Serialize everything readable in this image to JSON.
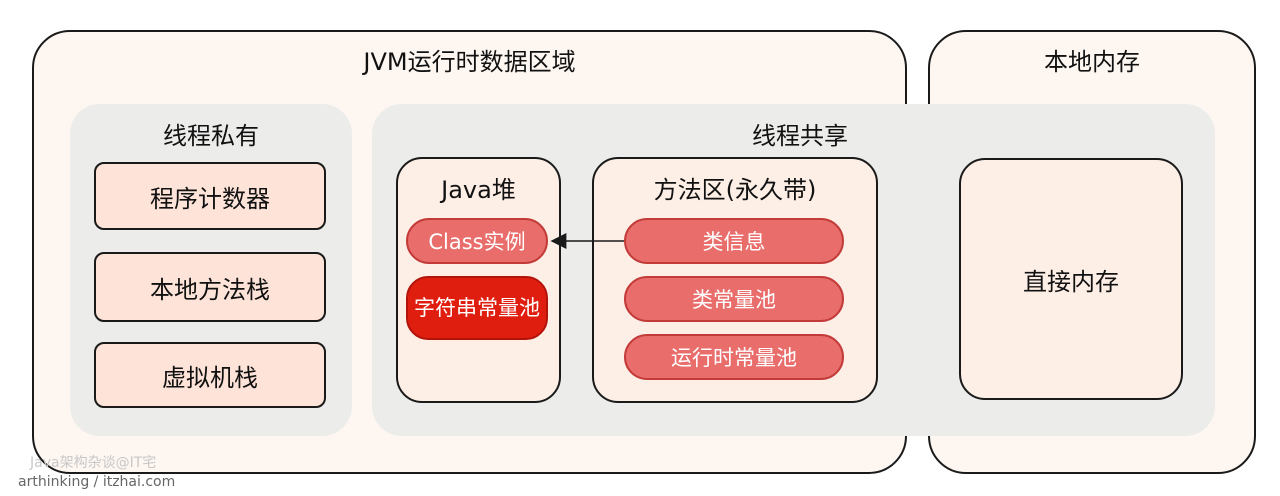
{
  "jvm_runtime": {
    "title": "JVM运行时数据区域",
    "thread_private": {
      "title": "线程私有",
      "items": [
        "程序计数器",
        "本地方法栈",
        "虚拟机栈"
      ]
    },
    "thread_shared": {
      "title": "线程共享",
      "java_heap": {
        "title": "Java堆",
        "items": [
          "Class实例",
          "字符串常量池"
        ]
      },
      "method_area": {
        "title": "方法区(永久带)",
        "items": [
          "类信息",
          "类常量池",
          "运行时常量池"
        ]
      }
    }
  },
  "native_memory": {
    "title": "本地内存",
    "direct_memory": "直接内存"
  },
  "watermark": {
    "line1": "Java架构杂谈@IT宅",
    "line2": "arthinking / itzhai.com"
  },
  "colors": {
    "pill": "#e86d6b",
    "pill_strong": "#e01e10",
    "item": "#fde3d8",
    "region": "#ececea"
  }
}
